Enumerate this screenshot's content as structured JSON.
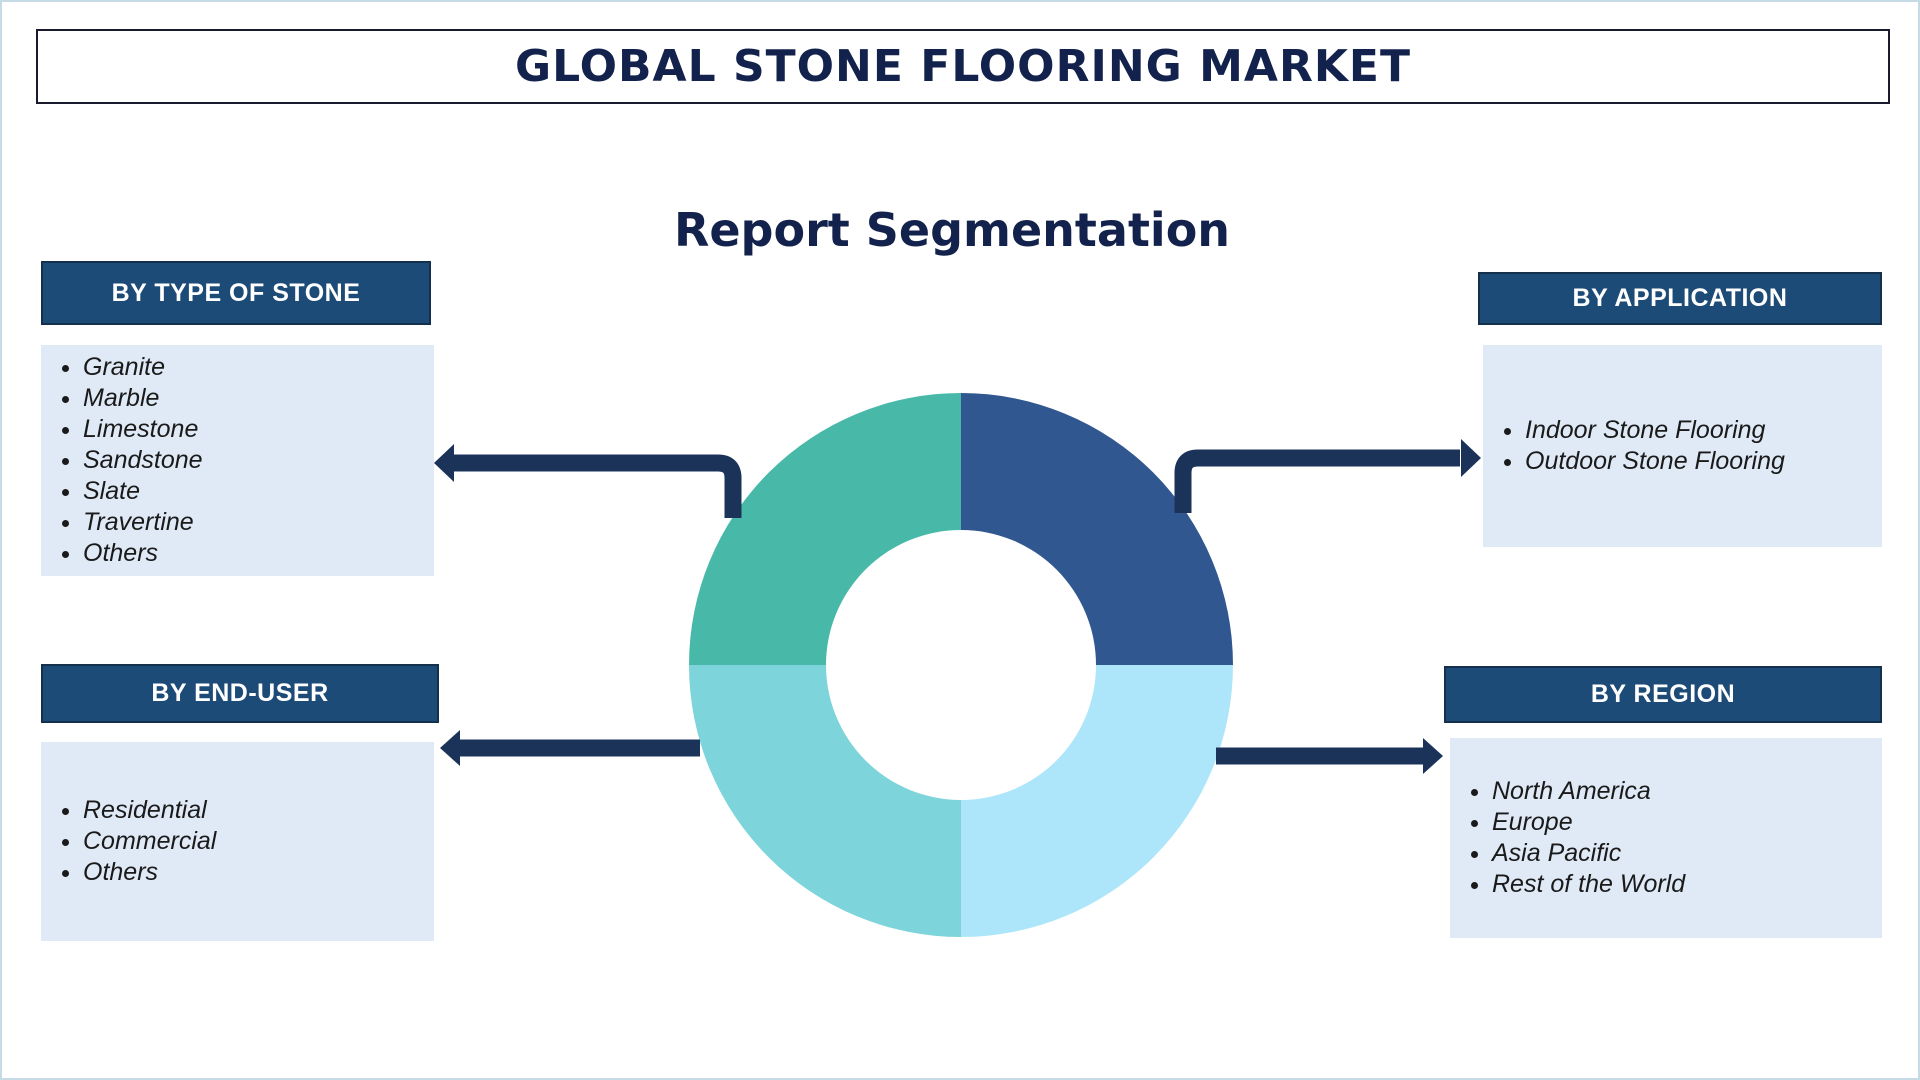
{
  "title": "GLOBAL STONE FLOORING MARKET",
  "subtitle": "Report Segmentation",
  "colors": {
    "header_bg": "#1d4b78",
    "panel_bg": "#dfeaf6",
    "arrow": "#1b3358",
    "ring_top_right": "#30578f",
    "ring_top_left": "#48b9a9",
    "ring_bottom_left": "#7dd4da",
    "ring_bottom_right": "#ade6fa"
  },
  "segments": {
    "type_of_stone": {
      "header": "BY TYPE OF STONE",
      "items": [
        "Granite",
        "Marble",
        "Limestone",
        "Sandstone",
        "Slate",
        "Travertine",
        "Others"
      ]
    },
    "application": {
      "header": "BY APPLICATION",
      "items": [
        "Indoor Stone Flooring",
        "Outdoor Stone Flooring"
      ]
    },
    "end_user": {
      "header": "BY END-USER",
      "items": [
        "Residential",
        "Commercial",
        "Others"
      ]
    },
    "region": {
      "header": "BY REGION",
      "items": [
        "North America",
        "Europe",
        "Asia Pacific",
        "Rest of the World"
      ]
    }
  }
}
